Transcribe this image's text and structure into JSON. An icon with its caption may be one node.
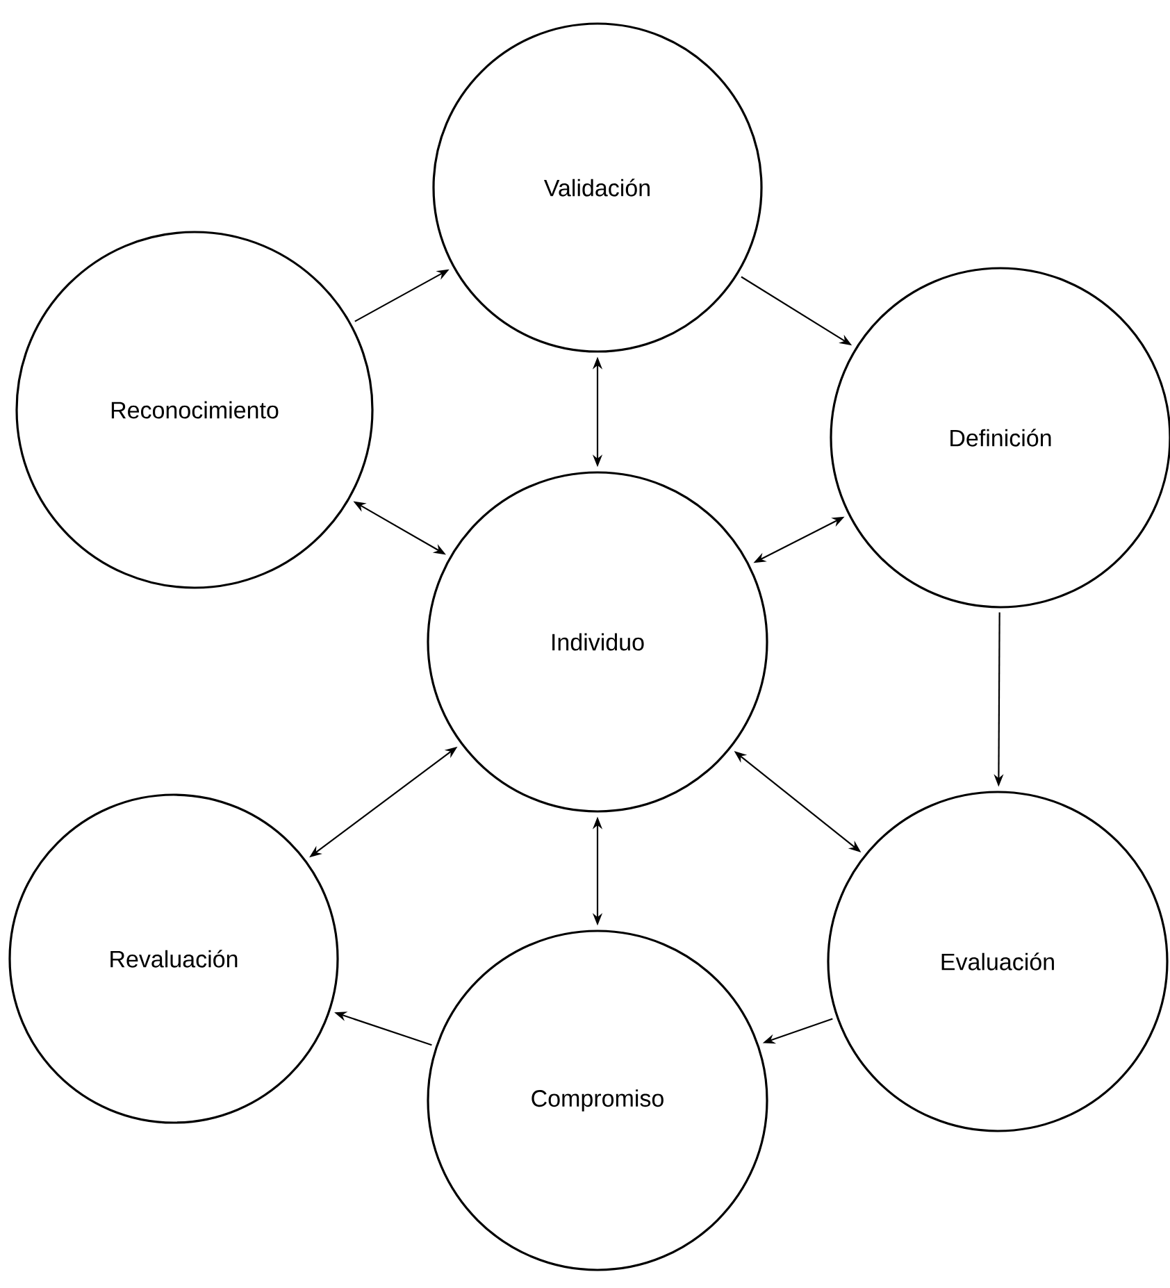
{
  "diagram": {
    "nodes": [
      {
        "text": [
          "Validación"
        ]
      },
      {
        "text": [
          "Reconocimiento"
        ]
      },
      {
        "text": [
          "Definición"
        ]
      },
      {
        "text": [
          "Individuo"
        ]
      },
      {
        "text": [
          "Revaluación"
        ]
      },
      {
        "text": [
          "Evaluación"
        ]
      },
      {
        "text": [
          "Compromiso"
        ]
      }
    ],
    "edges": [
      {
        "from": 1,
        "to": 0,
        "arrow": "to"
      },
      {
        "from": 0,
        "to": 2,
        "arrow": "to"
      },
      {
        "from": 2,
        "to": 5,
        "arrow": "to"
      },
      {
        "from": 5,
        "to": 6,
        "arrow": "to"
      },
      {
        "from": 6,
        "to": 4,
        "arrow": "to"
      },
      {
        "from": 3,
        "to": 0,
        "arrow": "both"
      },
      {
        "from": 3,
        "to": 1,
        "arrow": "both"
      },
      {
        "from": 3,
        "to": 2,
        "arrow": "both"
      },
      {
        "from": 3,
        "to": 4,
        "arrow": "both"
      },
      {
        "from": 3,
        "to": 5,
        "arrow": "both"
      },
      {
        "from": 3,
        "to": 6,
        "arrow": "both"
      }
    ]
  }
}
